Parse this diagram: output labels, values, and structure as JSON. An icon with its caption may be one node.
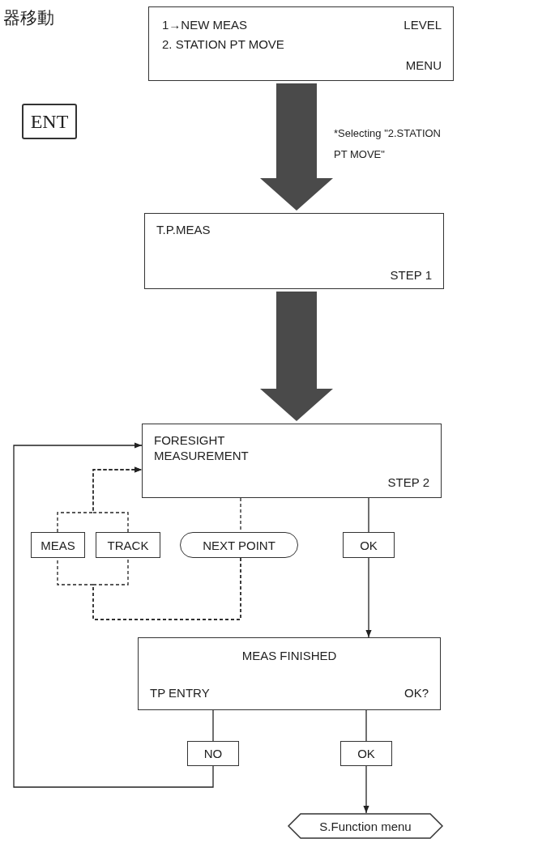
{
  "diagram": {
    "nodes": [
      {
        "text": [
          "1→NEW MEAS",
          "LEVEL",
          "2. STATION PT MOVE",
          "MENU"
        ]
      },
      {
        "text": [
          "ENT"
        ]
      },
      {
        "text": [
          "T.P.MEAS",
          "STEP 1"
        ]
      },
      {
        "text": [
          "FORESIGHT MEASUREMENT",
          "STEP 2"
        ]
      },
      {
        "text": [
          "MEAS"
        ]
      },
      {
        "text": [
          "TRACK"
        ]
      },
      {
        "text": [
          "NEXT POINT"
        ]
      },
      {
        "text": [
          "OK"
        ]
      },
      {
        "text": [
          "MEAS FINISHED",
          "TP ENTRY",
          "OK?"
        ]
      },
      {
        "text": [
          "NO"
        ]
      },
      {
        "text": [
          "OK"
        ]
      },
      {
        "text": [
          "S.Function menu"
        ]
      }
    ],
    "edges": [
      {
        "from": 0,
        "to": 2,
        "arrow": "to",
        "style": "thick",
        "label": "*Selecting \"2.STATION PT MOVE\""
      },
      {
        "from": 2,
        "to": 3,
        "arrow": "to",
        "style": "thick"
      },
      {
        "from": 4,
        "to": 3,
        "arrow": "to",
        "style": "dashed"
      },
      {
        "from": 5,
        "to": 3,
        "arrow": "to",
        "style": "dashed"
      },
      {
        "from": 3,
        "to": 6,
        "arrow": "none",
        "style": "dashed"
      },
      {
        "from": 6,
        "to": 4,
        "arrow": "none",
        "style": "dashed"
      },
      {
        "from": 6,
        "to": 5,
        "arrow": "none",
        "style": "dashed"
      },
      {
        "from": 3,
        "to": 7,
        "arrow": "none"
      },
      {
        "from": 7,
        "to": 8,
        "arrow": "to"
      },
      {
        "from": 8,
        "to": 9,
        "arrow": "none"
      },
      {
        "from": 9,
        "to": 3,
        "arrow": "to"
      },
      {
        "from": 8,
        "to": 10,
        "arrow": "none"
      },
      {
        "from": 10,
        "to": 11,
        "arrow": "to"
      }
    ],
    "labels": [
      "器移動"
    ]
  }
}
